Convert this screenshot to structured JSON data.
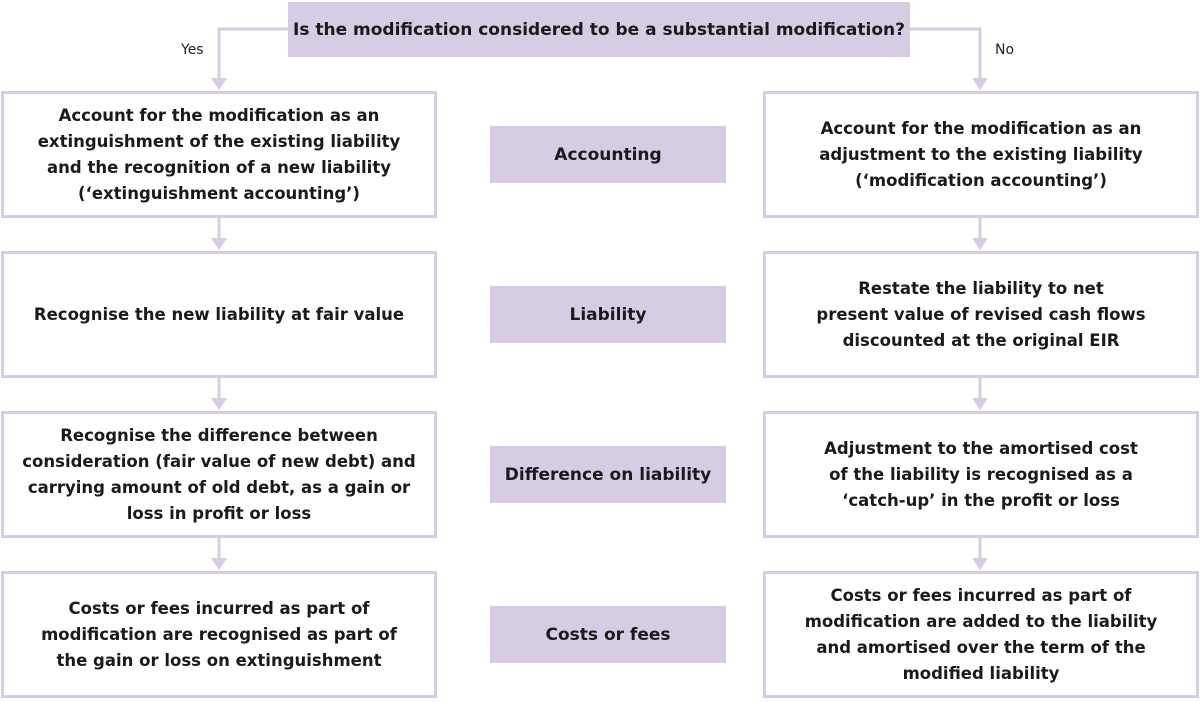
{
  "question": "Is the modification considered to be a substantial modification?",
  "branches": {
    "yes": "Yes",
    "no": "No"
  },
  "rows": [
    {
      "label": "Accounting",
      "left": "Account for the modification as an\nextinguishment of the existing liability\nand the recognition of a new liability\n(‘extinguishment accounting’)",
      "right": "Account for the modification as an\nadjustment to the existing liability\n(‘modification accounting’)"
    },
    {
      "label": "Liability",
      "left": "Recognise the new liability at fair value",
      "right": "Restate the liability to net\npresent value of revised cash flows\ndiscounted at the original EIR"
    },
    {
      "label": "Difference on liability",
      "left": "Recognise the difference between\nconsideration (fair value of new debt) and\ncarrying amount of old debt, as a gain or\nloss in profit or loss",
      "right": "Adjustment to the amortised cost\nof the liability is recognised as a\n‘catch-up’ in the profit or loss"
    },
    {
      "label": "Costs or fees",
      "left": "Costs or fees incurred as part of\nmodification are recognised as part of\nthe gain or loss on extinguishment",
      "right": "Costs or fees incurred as part of\nmodification are added to the liability\nand amortised over the term of the\nmodified liability"
    }
  ],
  "colors": {
    "accent": "#d6cce4",
    "connector": "#d6cce4",
    "text": "#1a1a1a"
  }
}
